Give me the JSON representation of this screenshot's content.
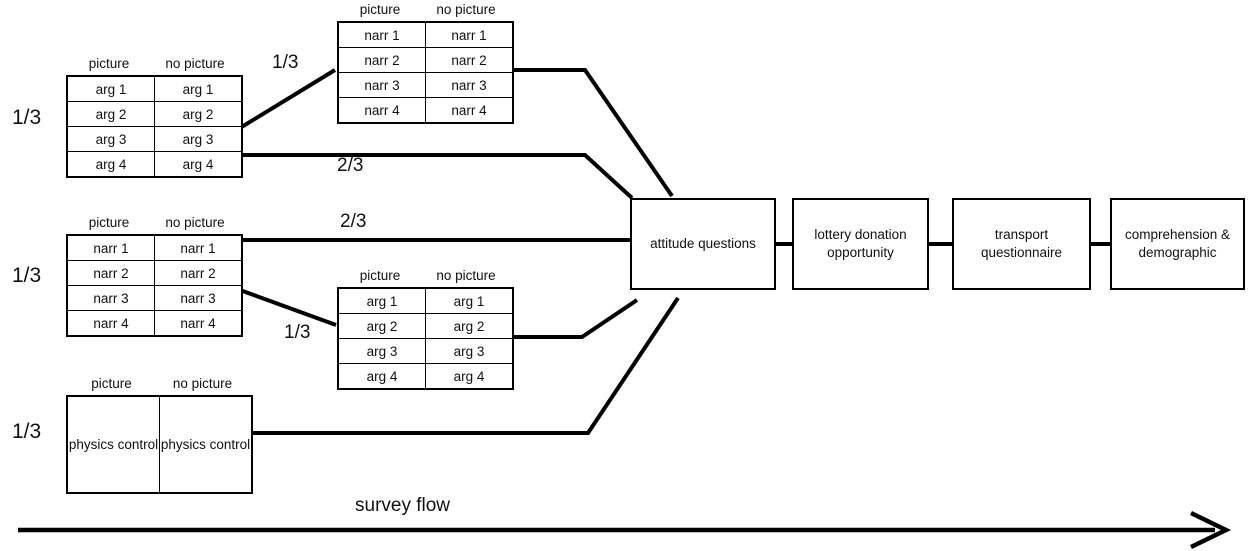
{
  "diagram": {
    "title": "survey flow",
    "flow_label": "survey flow",
    "column_headers": {
      "picture": "picture",
      "no_picture": "no picture"
    },
    "branch_probabilities": {
      "arg_top": "1/3",
      "narr_mid": "1/3",
      "physics_bottom": "1/3",
      "arg_to_narr": "1/3",
      "arg_direct": "2/3",
      "narr_direct": "2/3",
      "narr_to_arg": "1/3"
    },
    "stimulus_tables": [
      {
        "id": "arg-left",
        "entry_probability": "1/3",
        "headers": [
          "picture",
          "no picture"
        ],
        "rows": [
          [
            "arg 1",
            "arg 1"
          ],
          [
            "arg 2",
            "arg 2"
          ],
          [
            "arg 3",
            "arg 3"
          ],
          [
            "arg 4",
            "arg 4"
          ]
        ]
      },
      {
        "id": "narr-top",
        "headers": [
          "picture",
          "no picture"
        ],
        "rows": [
          [
            "narr 1",
            "narr 1"
          ],
          [
            "narr 2",
            "narr 2"
          ],
          [
            "narr 3",
            "narr 3"
          ],
          [
            "narr 4",
            "narr 4"
          ]
        ]
      },
      {
        "id": "narr-left",
        "entry_probability": "1/3",
        "headers": [
          "picture",
          "no picture"
        ],
        "rows": [
          [
            "narr 1",
            "narr 1"
          ],
          [
            "narr 2",
            "narr 2"
          ],
          [
            "narr 3",
            "narr 3"
          ],
          [
            "narr 4",
            "narr 4"
          ]
        ]
      },
      {
        "id": "arg-mid",
        "headers": [
          "picture",
          "no picture"
        ],
        "rows": [
          [
            "arg 1",
            "arg 1"
          ],
          [
            "arg 2",
            "arg 2"
          ],
          [
            "arg 3",
            "arg 3"
          ],
          [
            "arg 4",
            "arg 4"
          ]
        ]
      },
      {
        "id": "physics-left",
        "entry_probability": "1/3",
        "headers": [
          "picture",
          "no picture"
        ],
        "rows": [
          [
            "physics control",
            "physics control"
          ]
        ]
      }
    ],
    "process_boxes": [
      {
        "id": "attitude-questions",
        "label": "attitude questions"
      },
      {
        "id": "lottery-donation-opportunity",
        "label": "lottery donation opportunity"
      },
      {
        "id": "transport-questionnaire",
        "label": "transport questionnaire"
      },
      {
        "id": "comprehension-demographic",
        "label": "comprehension & demographic"
      }
    ],
    "colors": {
      "stroke": "#000000",
      "background": "#ffffff",
      "text": "#111111"
    }
  }
}
